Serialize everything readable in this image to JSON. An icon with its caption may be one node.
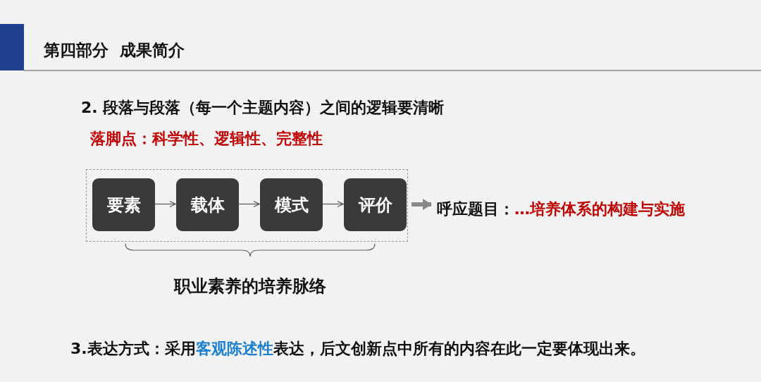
{
  "diagram": {
    "title": "第四部分  成果简介",
    "nodes": [
      {
        "text": [],
        "shape": "box"
      },
      {
        "text": [
          "要素"
        ],
        "in": 0
      },
      {
        "text": [
          "载体"
        ],
        "in": 0
      },
      {
        "text": [
          "模式"
        ],
        "in": 0
      },
      {
        "text": [
          "评价"
        ],
        "in": 0
      },
      {
        "text": [
          "呼应题目：**…培养体系的构建与实施**"
        ]
      }
    ],
    "edges": [
      {
        "from": 1,
        "to": 2,
        "arrow": "to"
      },
      {
        "from": 2,
        "to": 3,
        "arrow": "to"
      },
      {
        "from": 3,
        "to": 4,
        "arrow": "to"
      },
      {
        "from": 0,
        "to": 5,
        "arrow": "to",
        "style": "thick"
      }
    ],
    "labels": [
      "2. 段落与段落（每一个主题内容）之间的逻辑要清晰",
      "落脚点：科学性、逻辑性、完整性",
      "职业素养的培养脉络",
      "3.表达方式：采用**客观陈述性**表达，后文创新点中所有的内容在此一定要体现出来。"
    ]
  }
}
